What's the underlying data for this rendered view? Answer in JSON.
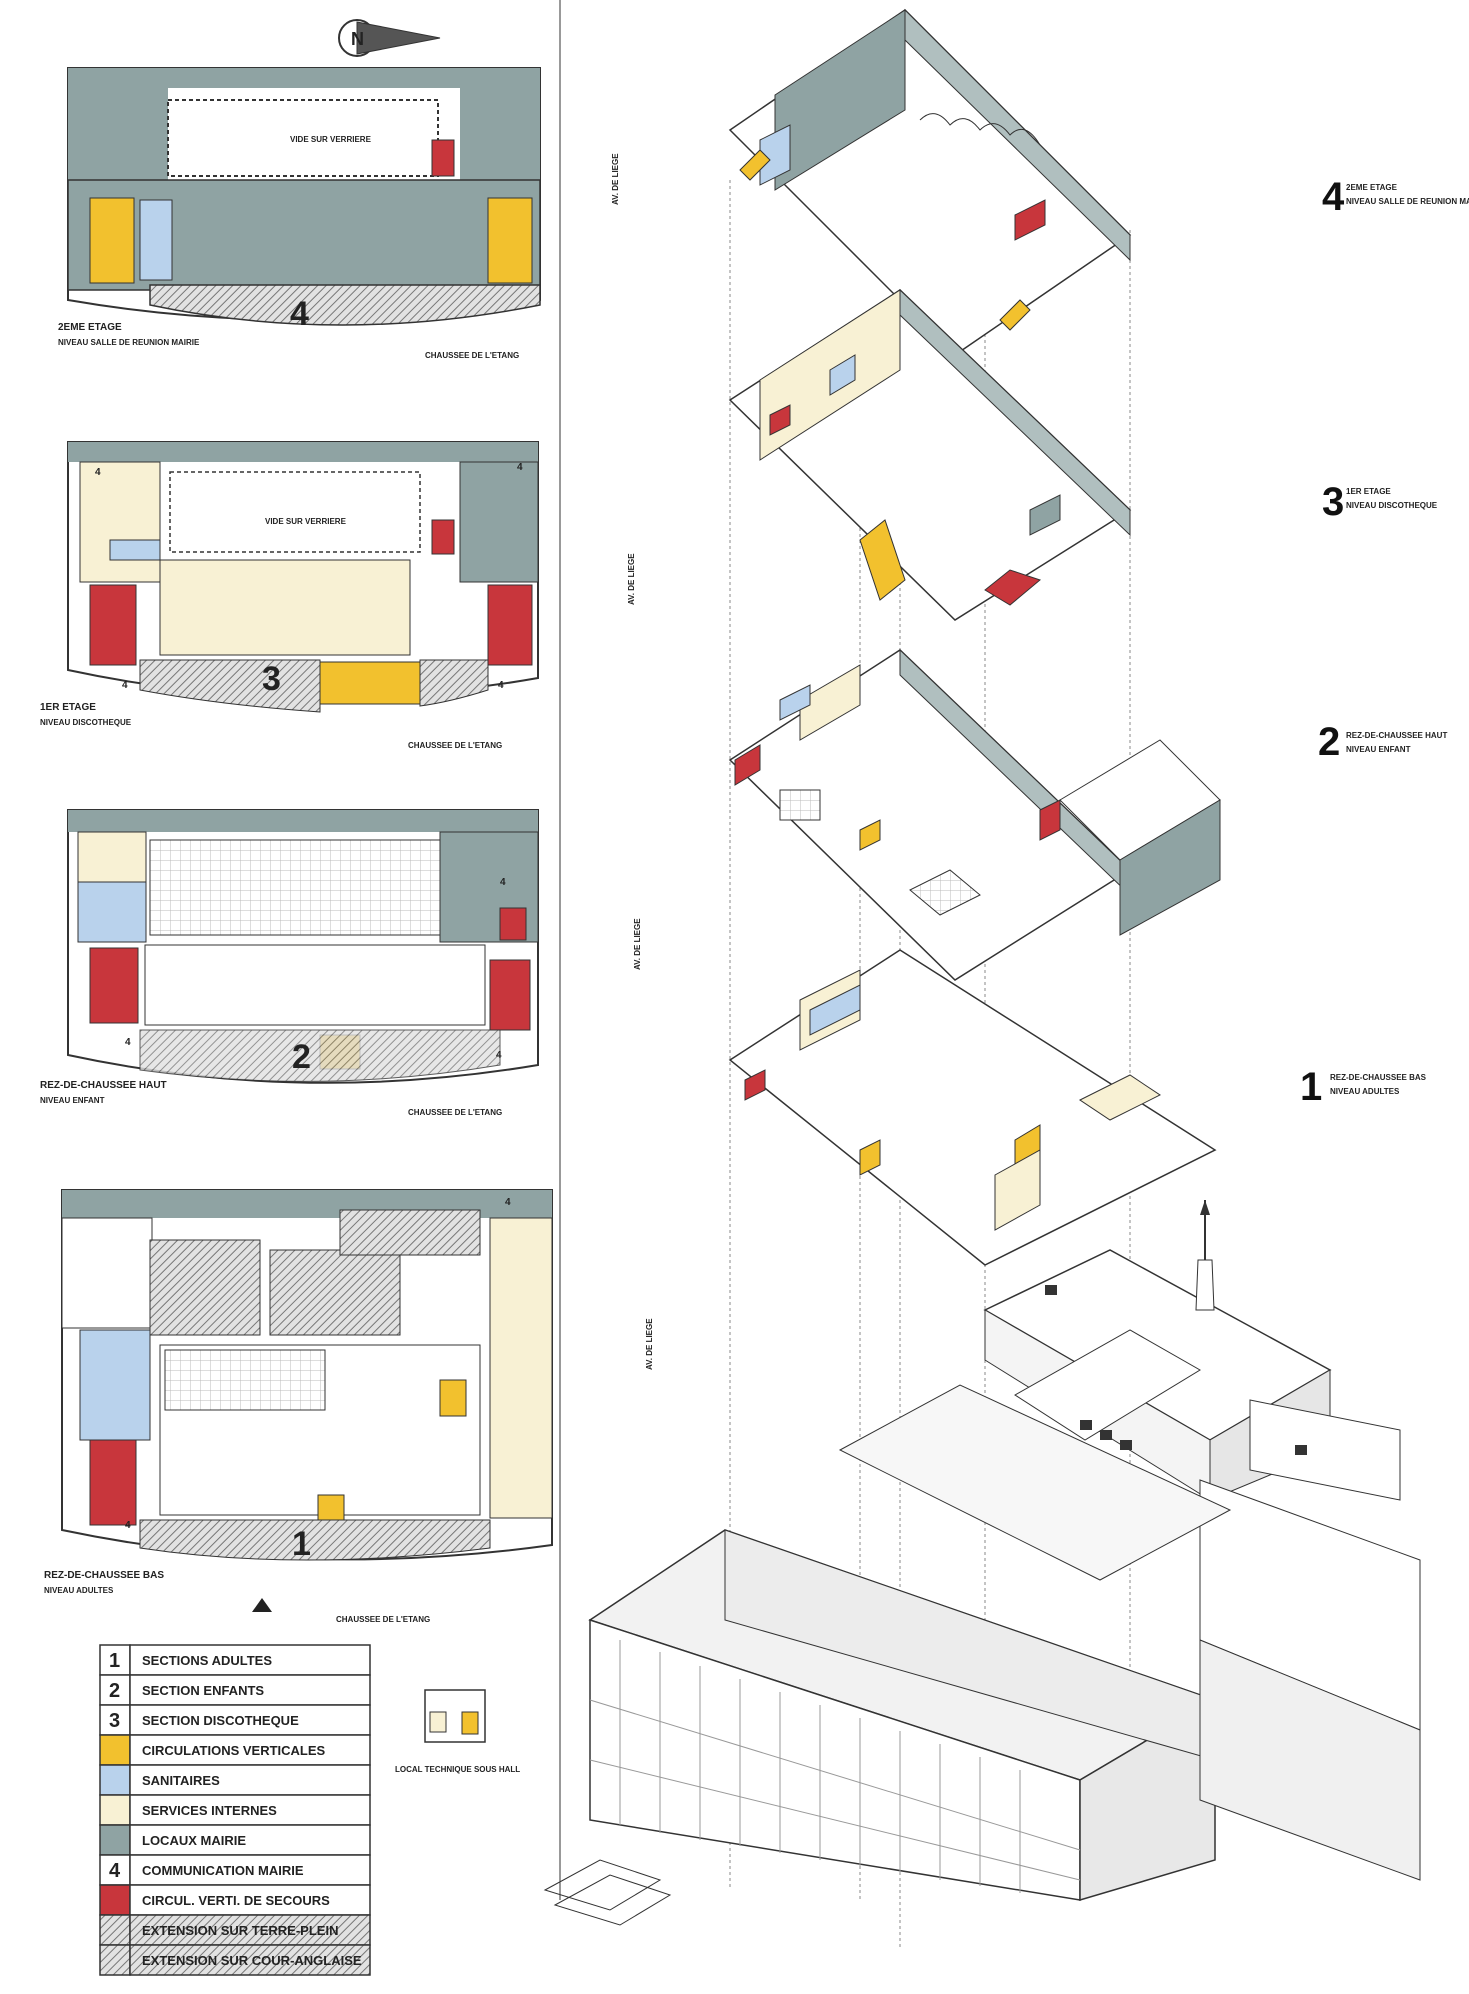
{
  "colors": {
    "circulation": "#f2c12e",
    "sanitaires": "#b9d2ec",
    "services": "#f8f1d4",
    "locaux_mairie": "#8fa3a3",
    "secours": "#c8363c",
    "outline": "#333333",
    "hatch": "#9a9a9a"
  },
  "north_label": "N",
  "plans": [
    {
      "number": "4",
      "title": "2EME ETAGE",
      "subtitle": "NIVEAU SALLE DE REUNION MAIRIE",
      "void_label": "VIDE SUR VERRIERE",
      "street_bottom": "CHAUSSEE DE L'ETANG",
      "street_side": "AV. DE LIEGE"
    },
    {
      "number": "3",
      "title": "1ER ETAGE",
      "subtitle": "NIVEAU DISCOTHEQUE",
      "void_label": "VIDE SUR VERRIERE",
      "street_bottom": "CHAUSSEE DE L'ETANG",
      "street_side": "AV. DE LIEGE",
      "corner_marks": [
        "4",
        "4",
        "4",
        "4"
      ]
    },
    {
      "number": "2",
      "title": "REZ-DE-CHAUSSEE HAUT",
      "subtitle": "NIVEAU ENFANT",
      "street_bottom": "CHAUSSEE DE L'ETANG",
      "street_side": "AV. DE LIEGE",
      "corner_marks": [
        "4",
        "4",
        "4"
      ]
    },
    {
      "number": "1",
      "title": "REZ-DE-CHAUSSEE BAS",
      "subtitle": "NIVEAU ADULTES",
      "street_bottom": "CHAUSSEE DE L'ETANG",
      "street_side": "AV. DE LIEGE",
      "corner_marks": [
        "4",
        "4"
      ]
    }
  ],
  "levels": [
    {
      "number": "4",
      "title": "2EME ETAGE",
      "subtitle": "NIVEAU SALLE DE REUNION MAIRIE"
    },
    {
      "number": "3",
      "title": "1ER ETAGE",
      "subtitle": "NIVEAU DISCOTHEQUE"
    },
    {
      "number": "2",
      "title": "REZ-DE-CHAUSSEE HAUT",
      "subtitle": "NIVEAU ENFANT"
    },
    {
      "number": "1",
      "title": "REZ-DE-CHAUSSEE BAS",
      "subtitle": "NIVEAU ADULTES"
    }
  ],
  "legend": [
    {
      "key": "1",
      "label": "SECTIONS ADULTES",
      "swatch": "number"
    },
    {
      "key": "2",
      "label": "SECTION ENFANTS",
      "swatch": "number"
    },
    {
      "key": "3",
      "label": "SECTION DISCOTHEQUE",
      "swatch": "number"
    },
    {
      "key": "",
      "label": "CIRCULATIONS VERTICALES",
      "swatch": "circulation"
    },
    {
      "key": "",
      "label": "SANITAIRES",
      "swatch": "sanitaires"
    },
    {
      "key": "",
      "label": "SERVICES INTERNES",
      "swatch": "services"
    },
    {
      "key": "",
      "label": "LOCAUX MAIRIE",
      "swatch": "locaux_mairie"
    },
    {
      "key": "4",
      "label": "COMMUNICATION MAIRIE",
      "swatch": "number"
    },
    {
      "key": "",
      "label": "CIRCUL. VERTI. DE SECOURS",
      "swatch": "secours"
    },
    {
      "key": "",
      "label": "EXTENSION SUR TERRE-PLEIN",
      "swatch": "hatch"
    },
    {
      "key": "",
      "label": "EXTENSION SUR COUR-ANGLAISE",
      "swatch": "hatch"
    }
  ],
  "local_technique": "LOCAL TECHNIQUE SOUS HALL"
}
